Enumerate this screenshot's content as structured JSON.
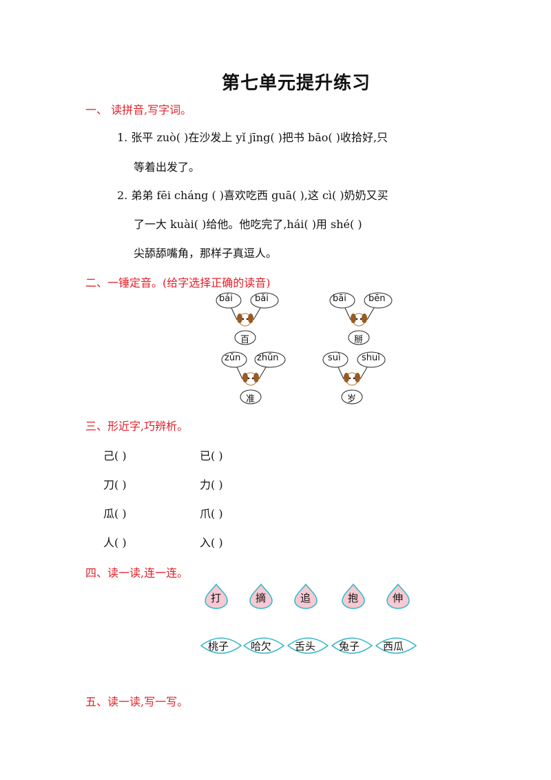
{
  "title": "第七单元提升练习",
  "s1": {
    "header": "一、  读拼音,写字词。",
    "q1_l1": "1. 张平 zuò(    )在沙发上 yǐ  jīng(     )把书 bāo(    )收拾好,只",
    "q1_l2": "等着出发了。",
    "q2_l1": "2. 弟弟 fēi  cháng (    )喜欢吃西 guā(    ),这 cì(    )奶奶又买",
    "q2_l2": "了一大 kuài(      )给他。他吃完了,hái(       )用 shé(      )",
    "q2_l3": "尖舔舔嘴角，那样子真逗人。"
  },
  "s2": {
    "header": "二、一锤定音。(给字选择正确的读音)",
    "groups": [
      {
        "left": "bái",
        "right": "bǎi",
        "char": "百"
      },
      {
        "left": "bāi",
        "right": "bēn",
        "char": "掰"
      },
      {
        "left": "zǔn",
        "right": "zhǔn",
        "char": "准"
      },
      {
        "left": "suì",
        "right": "shuì",
        "char": "岁"
      }
    ]
  },
  "s3": {
    "header": "三、形近字,巧辨析。",
    "rows": [
      {
        "a": "己(          )",
        "b": "已(          )"
      },
      {
        "a": "刀(          )",
        "b": "力(          )"
      },
      {
        "a": "瓜(          )",
        "b": "爪(          )"
      },
      {
        "a": "人(          )",
        "b": "入(          )"
      }
    ]
  },
  "s4": {
    "header": "四、读一读,连一连。",
    "verbs": [
      "打",
      "摘",
      "追",
      "抱",
      "伸"
    ],
    "nouns": [
      "桃子",
      "哈欠",
      "舌头",
      "兔子",
      "西瓜"
    ],
    "colors": {
      "drop_fill": "#f6c9d3",
      "drop_stroke": "#31b7c8",
      "leaf_fill": "#ffffff",
      "leaf_stroke": "#31b7c8"
    }
  },
  "s5": {
    "header": "五、读一读,写一写。"
  },
  "colors": {
    "section_red": "#e0202a"
  }
}
